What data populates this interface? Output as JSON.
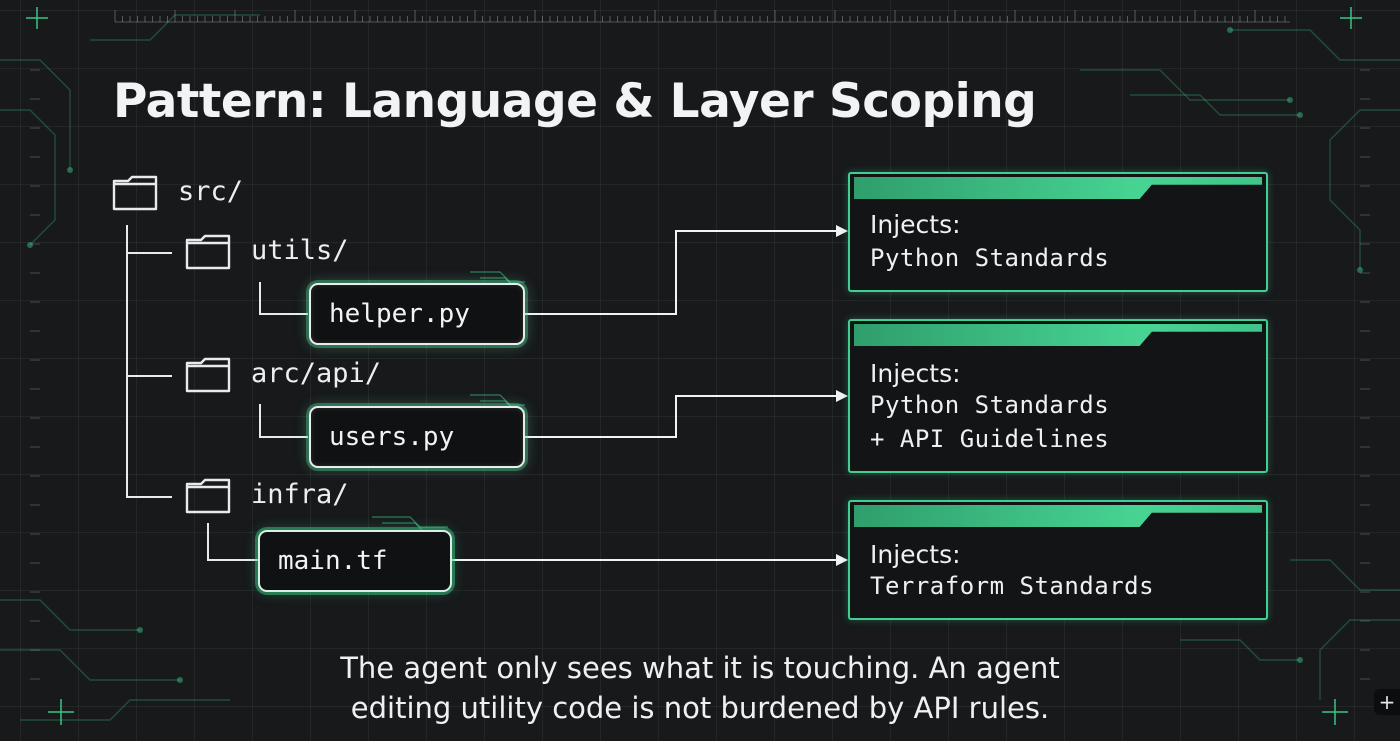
{
  "title": "Pattern: Language & Layer Scoping",
  "tree": {
    "root": "src/",
    "folders": [
      {
        "name": "utils/",
        "file": "helper.py"
      },
      {
        "name": "arc/api/",
        "file": "users.py"
      },
      {
        "name": "infra/",
        "file": "main.tf"
      }
    ]
  },
  "injections": [
    {
      "heading": "Injects:",
      "lines": [
        "Python Standards"
      ]
    },
    {
      "heading": "Injects:",
      "lines": [
        "Python Standards",
        "+ API Guidelines"
      ]
    },
    {
      "heading": "Injects:",
      "lines": [
        "Terraform Standards"
      ]
    }
  ],
  "caption": {
    "line1": "The agent only sees what it is touching. An agent",
    "line2": "editing utility code is not burdened by API rules."
  },
  "controls": {
    "plus_label": "+"
  },
  "colors": {
    "background": "#17191b",
    "accent_green": "#3fcf8e",
    "text": "#eceff1"
  },
  "icons": [
    "folder-icon",
    "arrow-icon",
    "circuit-decoration",
    "plus-icon"
  ]
}
